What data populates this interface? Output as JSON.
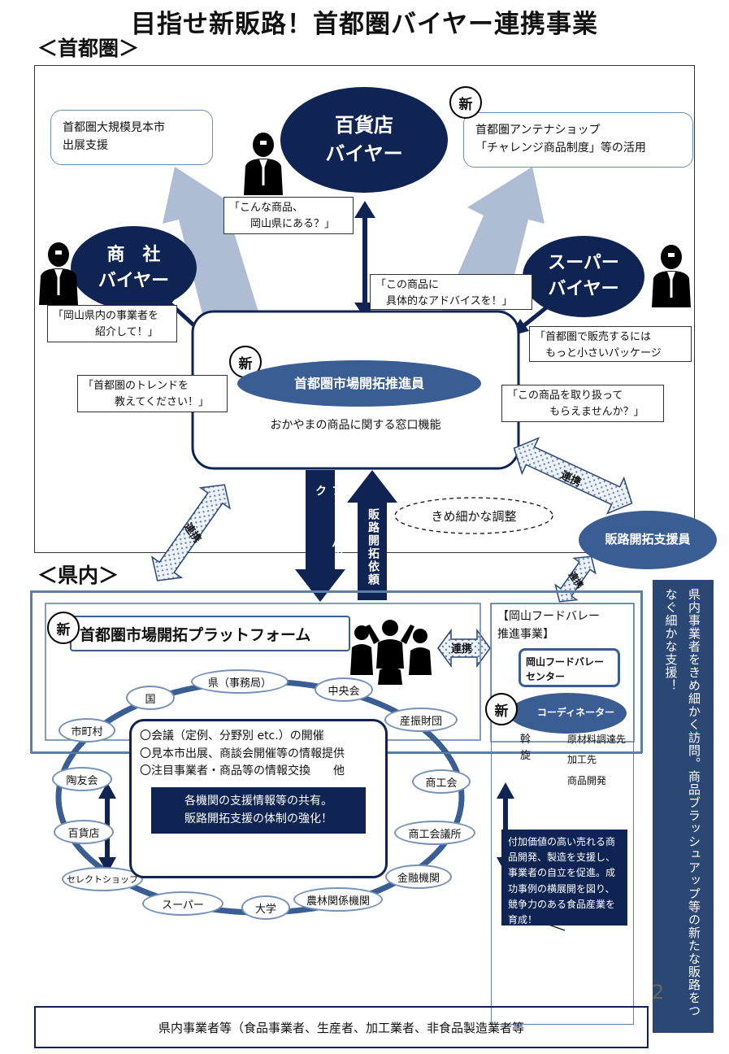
{
  "title": "目指せ新販路！首都圏バイヤー連携事業",
  "section_top": "＜首都圏＞",
  "section_bottom": "＜県内＞",
  "new_badge": "新",
  "boxes": {
    "trade_show": "首都圏大規模見本市\n出展支援",
    "antenna_shop": "首都圏アンテナショップ\n「チャレンジ商品制度」等の活用"
  },
  "buyers": {
    "dept": "百貨店\nバイヤー",
    "trading": "商　社\nバイヤー",
    "super": "スーパー\nバイヤー"
  },
  "quotes": {
    "q1": "「こんな商品、\n　　岡山県にある？」",
    "q2": "「この商品に\n　具体的なアドバイスを！」",
    "q3": "「岡山県内の事業者を\n　　　　紹介して！」",
    "q4": "「首都圏で販売するには\n　もっと小さいパッケージ",
    "q5": "「首都圏のトレンドを\n　　　教えてください！」",
    "q6": "「この商品を取り扱って\n　　　　もらえませんか？」"
  },
  "promoter": {
    "name": "首都圏市場開拓推進員",
    "desc": "おかやまの商品に関する窓口機能"
  },
  "arrows": {
    "feedback": "フィードバック",
    "request": "販路開拓依頼",
    "renkei": "連携"
  },
  "fine_adjust": "きめ細かな調整",
  "support_staff": "販路開拓支援員",
  "side_note": "県内事業者をきめ細かく訪問。商品ブラッシュアップ等の新たな販路をつなぐ細かな支援！",
  "platform": {
    "name": "首都圏市場開拓プラットフォーム",
    "items": [
      "〇会議（定例、分野別 etc.）の開催",
      "〇見本市出展、商談会開催等の情報提供",
      "〇注目事業者・商品等の情報交換　　他"
    ],
    "highlight": "各機関の支援情報等の共有。\n販路開拓支援の体制の強化！",
    "members": [
      "県（事務局）",
      "中央会",
      "産振財団",
      "商工会",
      "商工会議所",
      "金融機関",
      "農林関係機関",
      "大学",
      "スーパー",
      "セレクトショップ",
      "百貨店",
      "陶友会",
      "市町村",
      "国"
    ]
  },
  "food_valley": {
    "title": "【岡山フードバレー\n推進事業】",
    "center": "岡山フードバレー\nセンター",
    "coordinator": "コーディネーター",
    "mediation": "斡\n旋",
    "targets": [
      "原材料調達先",
      "加工先",
      "商品開発"
    ],
    "summary": "付加価値の高い売れる商品開発、製造を支援し、事業者の自立を促進。成功事例の横展開を図り、競争力のある食品産業を育成！"
  },
  "bottom_box": "県内事業者等（食品事業者、生産者、加工業者、非食品製造業者等",
  "page_number": "2",
  "colors": {
    "navy": "#0f2452",
    "mid_blue": "#3a5d94",
    "light_blue": "#aebdd4",
    "frame": "#6a8fb4"
  }
}
